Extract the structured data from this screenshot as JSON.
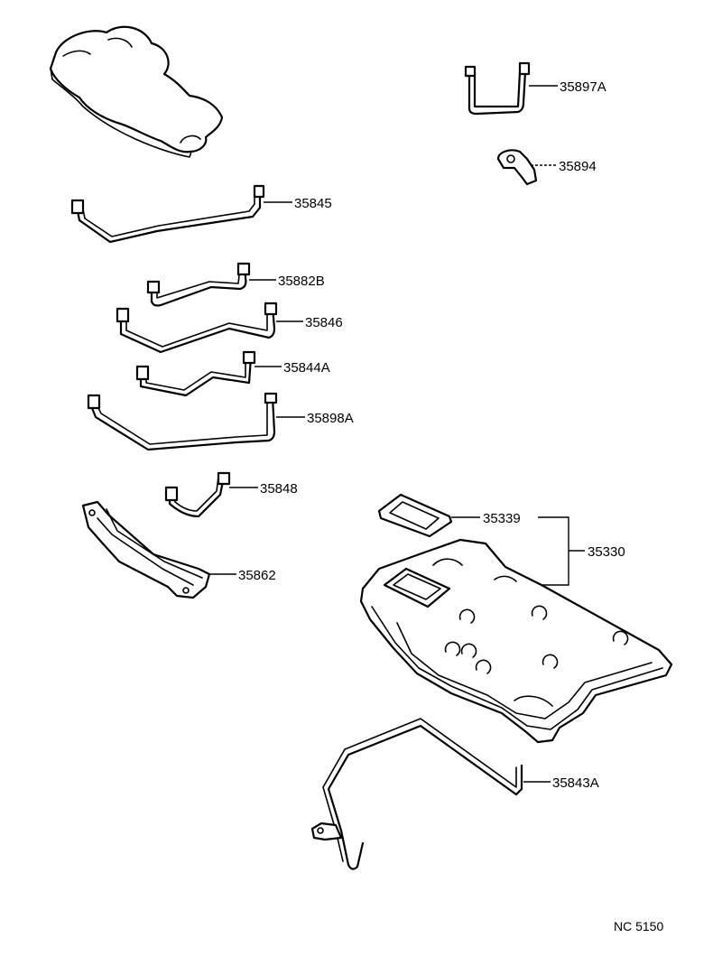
{
  "labels": {
    "p35897a": "35897A",
    "p35894": "35894",
    "p35845": "35845",
    "p35882b": "35882B",
    "p35846": "35846",
    "p35844a": "35844A",
    "p35898a": "35898A",
    "p35848": "35848",
    "p35862": "35862",
    "p35339": "35339",
    "p35330": "35330",
    "p35843a": "35843A"
  },
  "figure_code": "NC 5150"
}
